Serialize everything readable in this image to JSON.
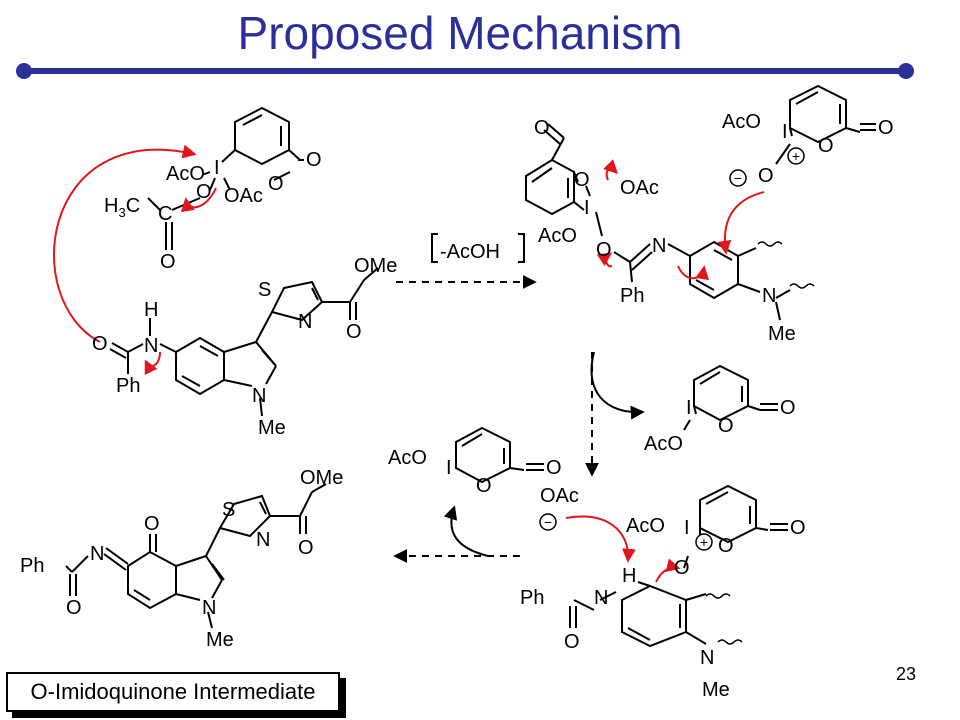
{
  "slide": {
    "title": "Proposed Mechanism",
    "page_number": "23",
    "caption": "O-Imidoquinone Intermediate",
    "accent_color": "#2b2f9a",
    "arrow_color": "#e0161c"
  },
  "labels": {
    "aco": "AcO",
    "oac": "OAc",
    "o": "O",
    "i": "I",
    "h3c": "H",
    "h3c_sub": "3",
    "h3c_c": "C",
    "c": "C",
    "n": "N",
    "h": "H",
    "ph": "Ph",
    "s": "S",
    "ome": "OMe",
    "me": "Me",
    "acoh": "-AcOH",
    "plus": "+",
    "minus": "−"
  }
}
